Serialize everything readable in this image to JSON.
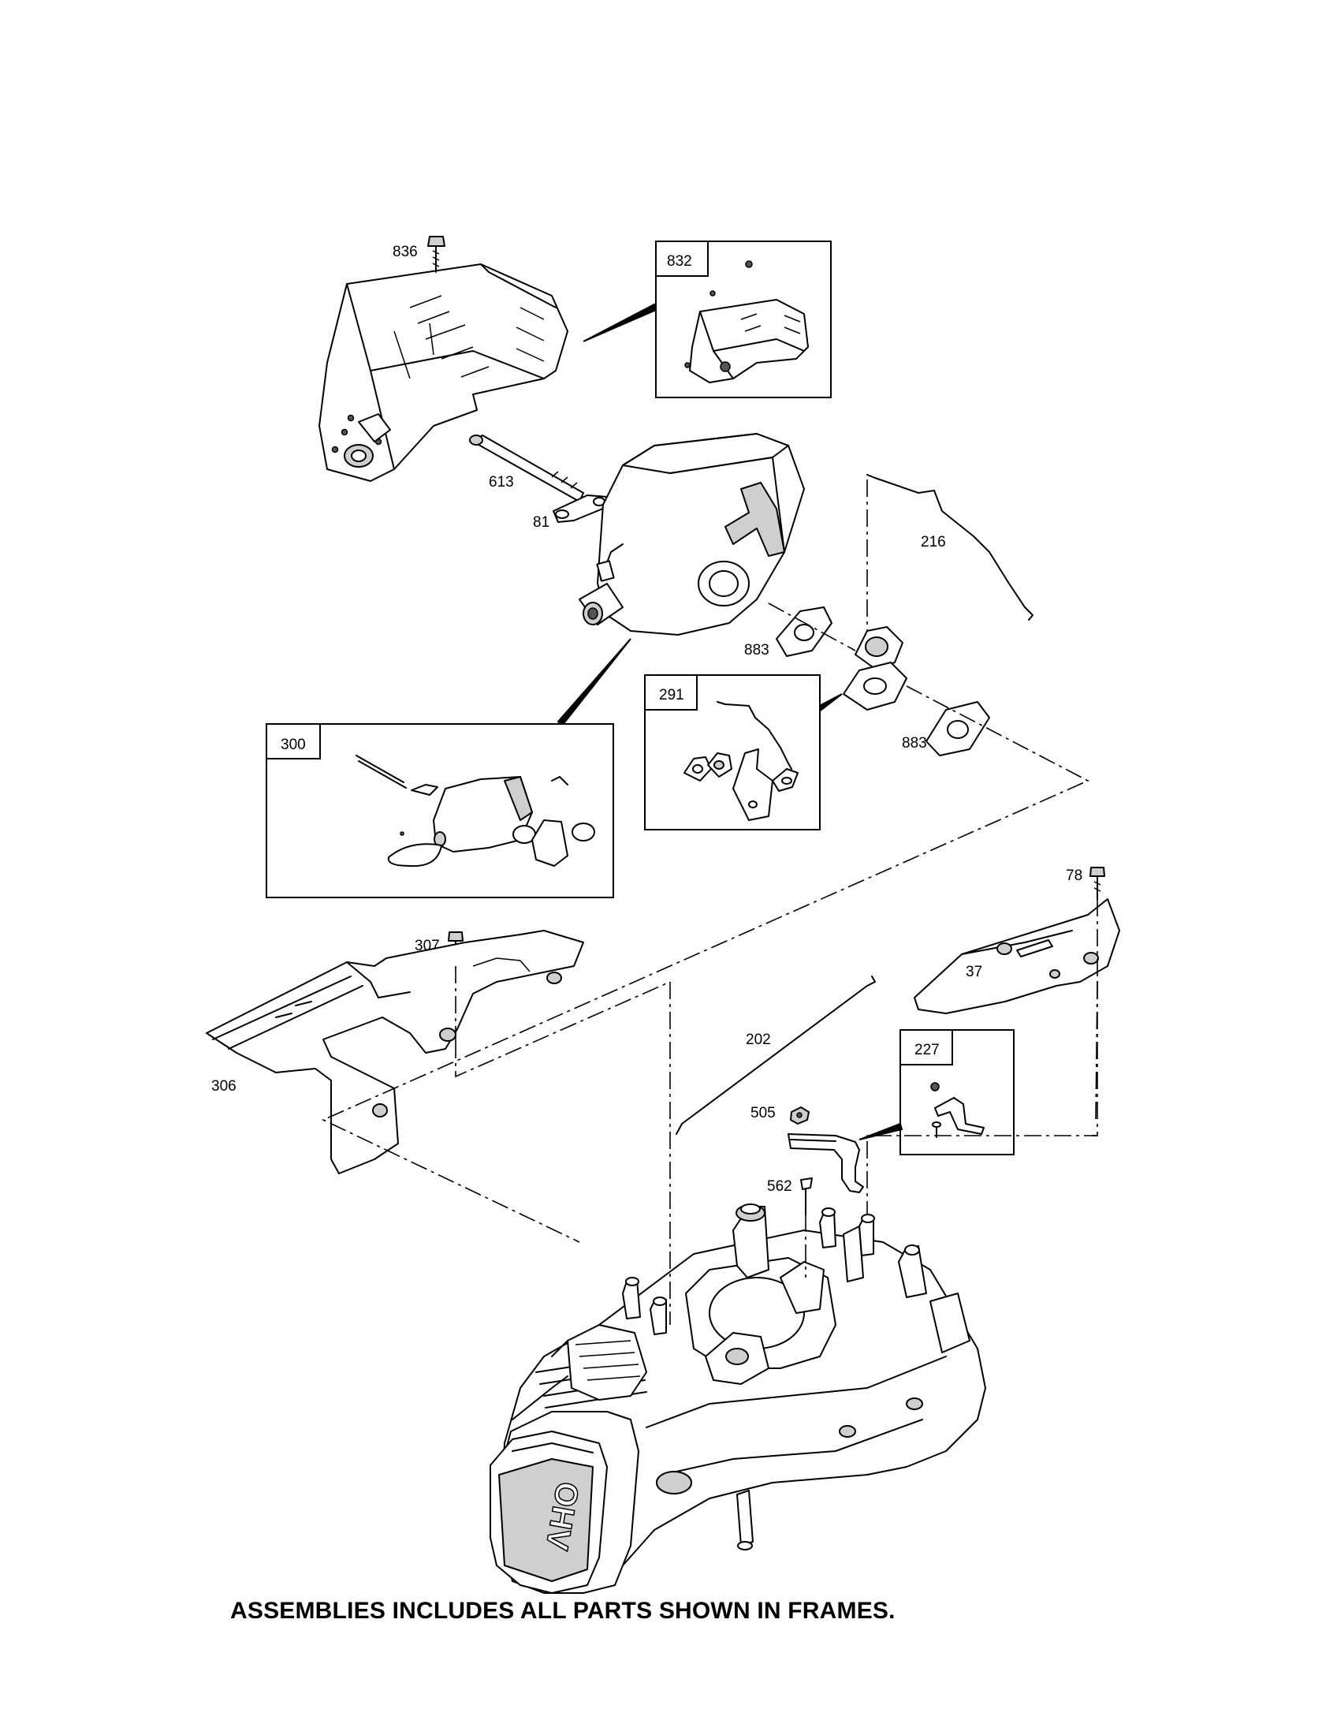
{
  "diagram": {
    "parts": {
      "p836": "836",
      "p613": "613",
      "p81": "81",
      "p216": "216",
      "p883a": "883",
      "p883b": "883",
      "p78": "78",
      "p307": "307",
      "p37": "37",
      "p306": "306",
      "p202": "202",
      "p505": "505",
      "p562": "562"
    },
    "frames": {
      "f832": "832",
      "f300": "300",
      "f291": "291",
      "f227": "227"
    },
    "engine_cover_text": "OHV"
  },
  "footer": {
    "note": "ASSEMBLIES INCLUDES ALL PARTS SHOWN IN FRAMES."
  }
}
